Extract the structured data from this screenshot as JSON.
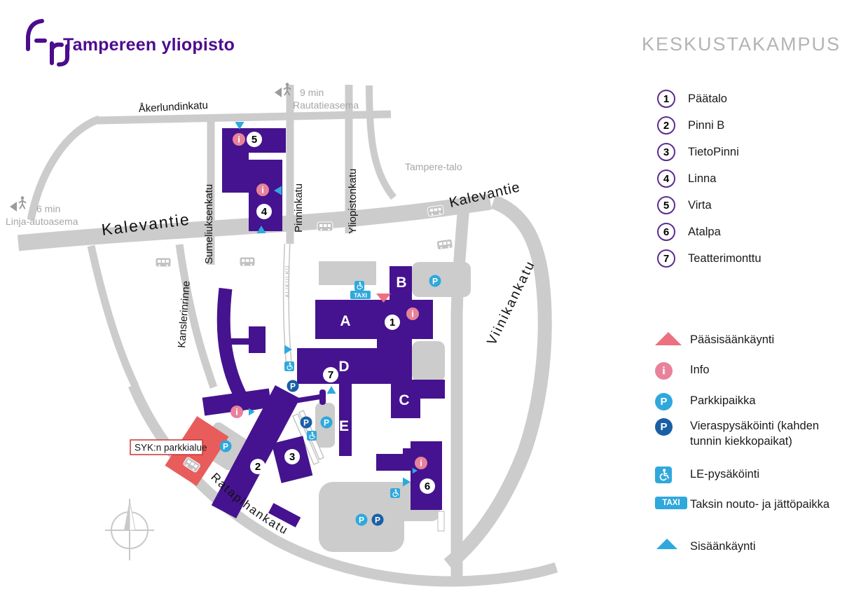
{
  "header": {
    "logo_text": "Tampereen yliopisto",
    "campus_title": "KESKUSTAKAMPUS"
  },
  "legend": {
    "buildings": [
      {
        "number": "1",
        "label": "Päätalo"
      },
      {
        "number": "2",
        "label": "Pinni B"
      },
      {
        "number": "3",
        "label": "TietoPinni"
      },
      {
        "number": "4",
        "label": "Linna"
      },
      {
        "number": "5",
        "label": "Virta"
      },
      {
        "number": "6",
        "label": "Atalpa"
      },
      {
        "number": "7",
        "label": "Teatterimonttu"
      }
    ],
    "symbols": [
      {
        "label": "Pääsisäänkäynti"
      },
      {
        "label": "Info"
      },
      {
        "label": "Parkkipaikka"
      },
      {
        "label": "Vieraspysäköinti (kahden tunnin kiekkopaikat)"
      },
      {
        "label": "LE-pysäköinti"
      },
      {
        "label": "Taksin nouto- ja jättöpaikka"
      },
      {
        "label": "Sisäänkäynti"
      }
    ]
  },
  "map": {
    "streets": {
      "akerlundinkatu": "Åkerlundinkatu",
      "sumeliuksenkatu": "Sumeliuksenkatu",
      "pinninkatu": "Pinninkatu",
      "yliopistonkatu": "Yliopistonkatu",
      "kalevantie_left": "Kalevantie",
      "kalevantie_right": "Kalevantie",
      "kanslerinrinne": "Kanslerinrinne",
      "viinikankatu": "Viinikankatu",
      "ratapihankatu": "Ratapihankatu",
      "alikulku": "ALIKULKU"
    },
    "places": {
      "tampere_talo": "Tampere-talo",
      "syk_parking": "SYK:n parkkialue"
    },
    "transit": {
      "rail_time": "9 min",
      "rail_name": "Rautatieasema",
      "bus_time": "6 min",
      "bus_name": "Linja-autoasema"
    },
    "letters": {
      "a": "A",
      "b": "B",
      "c": "C",
      "d": "D",
      "e": "E"
    },
    "icons": {
      "p": "P",
      "taxi": "TAXI",
      "info": "i"
    }
  },
  "colors": {
    "building_purple": "#45138f",
    "road_gray": "#cccccc",
    "accent_blue": "#2fa8dc",
    "visitor_blue": "#1a5fa5",
    "info_pink": "#e8829a",
    "entrance_pink": "#ec7080",
    "syk_red": "#e85d5b",
    "brand_purple": "#4c0c8e",
    "title_gray": "#b4b4b4"
  }
}
